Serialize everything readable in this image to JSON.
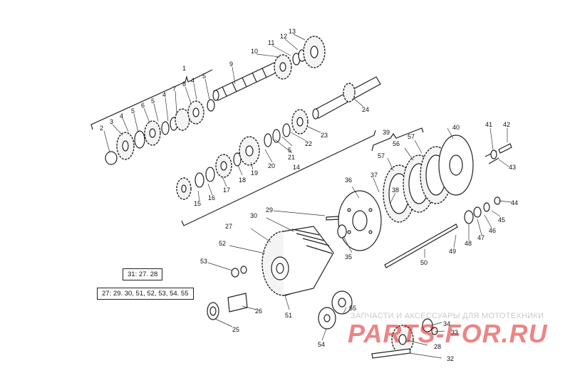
{
  "diagram": {
    "part_numbers": [
      "1",
      "2",
      "3",
      "4",
      "5",
      "6",
      "7",
      "8",
      "9",
      "10",
      "11",
      "12",
      "13",
      "14",
      "15",
      "16",
      "17",
      "18",
      "19",
      "20",
      "21",
      "22",
      "23",
      "24",
      "25",
      "26",
      "27",
      "28",
      "29",
      "30",
      "32",
      "33",
      "34",
      "35",
      "36",
      "37",
      "38",
      "39",
      "40",
      "41",
      "42",
      "43",
      "44",
      "45",
      "46",
      "47",
      "48",
      "49",
      "50",
      "51",
      "52",
      "53",
      "54",
      "55",
      "56",
      "57"
    ],
    "kit_box_1": "31: 27. 28",
    "kit_box_2": "27: 29. 30, 51, 52, 53, 54. 55"
  },
  "watermark": {
    "tagline": "ЗАПЧАСТИ И АКСЕССУАРЫ ДЛЯ МОТОТЕХНИКИ",
    "logo": "PARTS-FOR.RU"
  },
  "colors": {
    "ink": "#222222",
    "watermark_red": "#dd2222"
  }
}
